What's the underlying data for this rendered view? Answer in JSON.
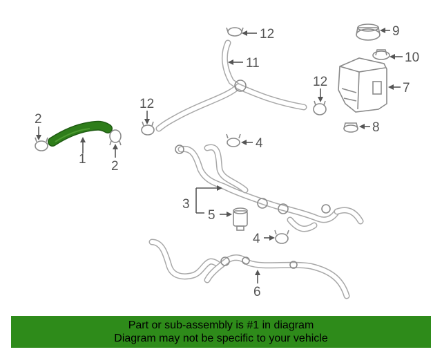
{
  "diagram": {
    "callouts": {
      "part_1": "1",
      "part_2a": "2",
      "part_2b": "2",
      "part_3": "3",
      "part_4a": "4",
      "part_4b": "4",
      "part_5": "5",
      "part_6": "6",
      "part_7": "7",
      "part_8": "8",
      "part_9": "9",
      "part_10": "10",
      "part_11": "11",
      "part_12a": "12",
      "part_12b": "12",
      "part_12c": "12"
    },
    "highlight_color": "#2e7d1a"
  },
  "banner": {
    "line1": "Part or sub-assembly is #1 in diagram",
    "line2": "Diagram may not be specific to your vehicle",
    "background": "#2e8b1a"
  }
}
